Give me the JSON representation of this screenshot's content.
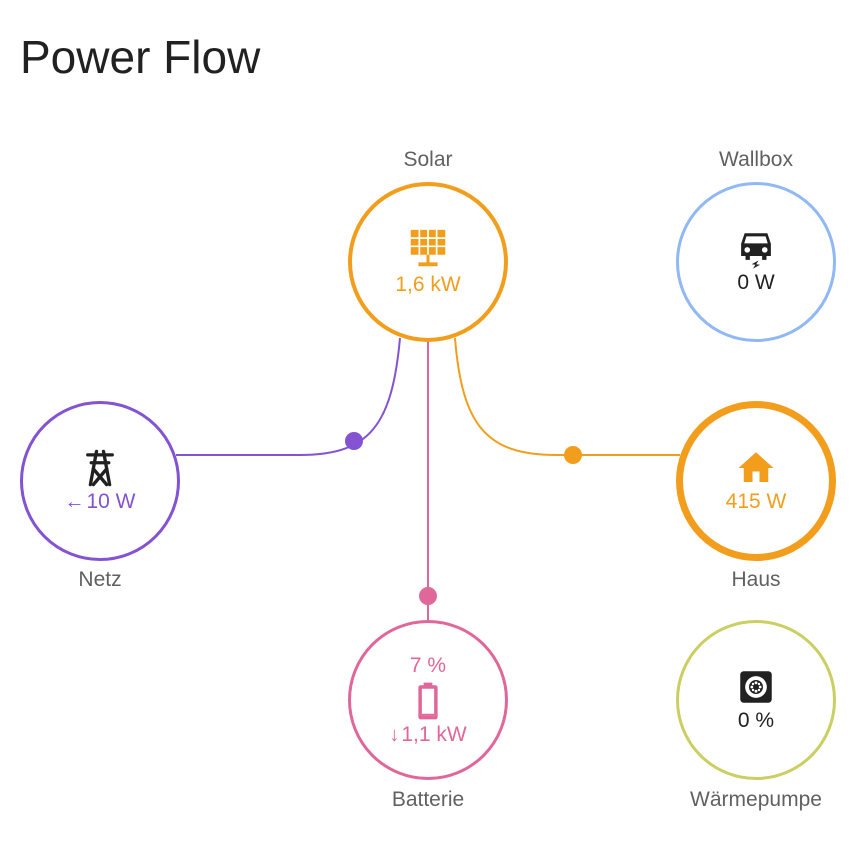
{
  "title": "Power Flow",
  "colors": {
    "solar": "#f29e1c",
    "grid": "#8353d1",
    "battery": "#e0679a",
    "home": "#f29e1c",
    "wallbox": "#90b8f4",
    "heatpump": "#cbcf61",
    "dark": "#212121",
    "label": "#616161"
  },
  "nodes": {
    "solar": {
      "label": "Solar",
      "value": "1,6 kW",
      "icon": "solar-panel-icon"
    },
    "wallbox": {
      "label": "Wallbox",
      "value": "0 W",
      "icon": "ev-charger-icon"
    },
    "grid": {
      "label": "Netz",
      "value": "10 W",
      "direction": "←",
      "icon": "transmission-tower-icon"
    },
    "home": {
      "label": "Haus",
      "value": "415 W",
      "icon": "home-icon"
    },
    "battery": {
      "label": "Batterie",
      "soc": "7 %",
      "value": "1,1 kW",
      "direction": "↓",
      "icon": "battery-icon"
    },
    "heatpump": {
      "label": "Wärmepumpe",
      "value": "0 %",
      "icon": "washing-machine-icon"
    }
  }
}
